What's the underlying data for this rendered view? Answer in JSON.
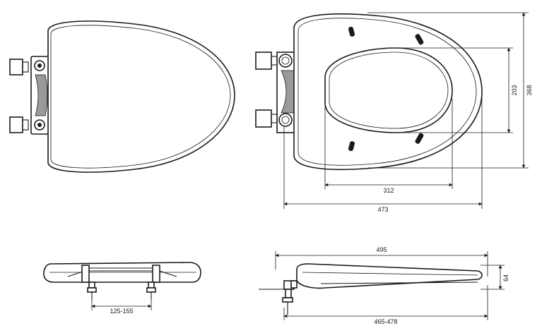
{
  "drawing": {
    "views": [
      "top-view-closed",
      "top-view-open",
      "side-view-left",
      "side-view-right"
    ],
    "dimensions": {
      "ring_width": "312",
      "overall_length": "473",
      "ring_opening": "203",
      "overall_width": "368",
      "hinge_spacing": "125-155",
      "lid_length": "495",
      "mount_range": "465-478",
      "height": "64"
    },
    "units": "mm"
  }
}
